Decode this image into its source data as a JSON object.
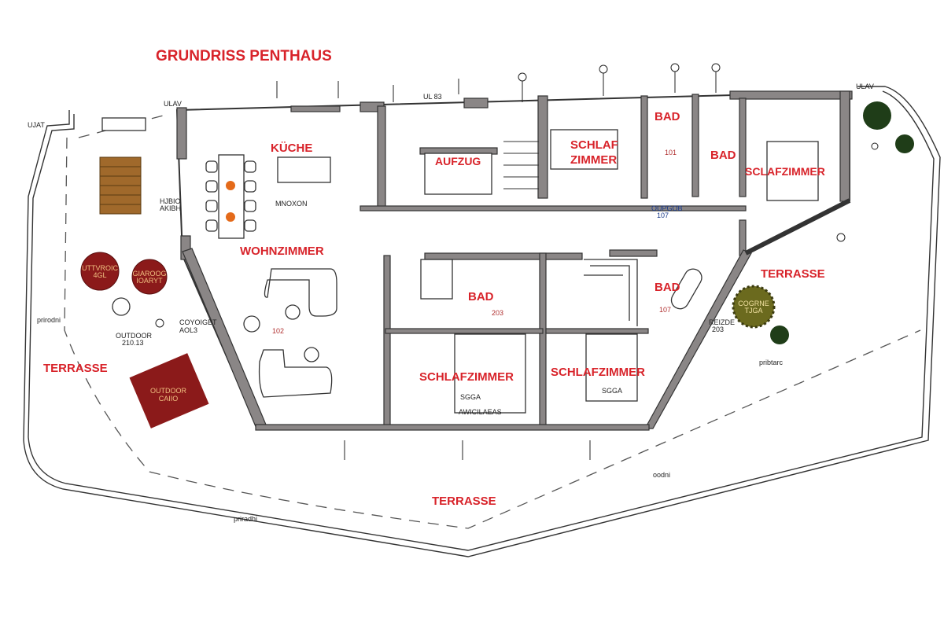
{
  "title": "GRUNDRISS  PENTHAUS",
  "rooms": {
    "kueche": "KÜCHE",
    "wohnzimmer": "WOHNZIMMER",
    "aufzug": "AUFZUG",
    "schlaf1_a": "SCHLAF",
    "schlaf1_b": "ZIMMER",
    "bad1": "BAD",
    "bad2": "BAD",
    "schlaf2": "SCLAFZIMMER",
    "bad3": "BAD",
    "bad4": "BAD",
    "schlaf3": "SCHLAFZIMMER",
    "schlaf4": "SCHLAFZIMMER",
    "terrasse_left": "TERRASSE",
    "terrasse_right": "TERRASSE",
    "terrasse_bottom": "TERRASSE"
  },
  "notes": {
    "ulav_top": "ULAV",
    "ujat": "UJAT",
    "ulav_right": "ULAV",
    "ul83": "UL 83",
    "prirodni": "prirodni",
    "outdoor_a": "OUTDOOR",
    "outdoor_b": "210.13",
    "coyoigbt_a": "COYOIGBT",
    "coyoigbt_b": "AOL3",
    "mnoxon": "MNOXON",
    "hubk_a": "HJBIO",
    "hubk_b": "AKIBH",
    "room102": "102",
    "oupgob_a": "OUPGOB",
    "oupgob_b": "107",
    "room101": "101",
    "room203": "203",
    "room107": "107",
    "sgga1": "SGGA",
    "sgga2": "SGGA",
    "awicilaeas": "AWICILAEAS",
    "pribtarc": "pribtarc",
    "priradhi": "priradhi",
    "oodni": "oodni",
    "reizde_a": "REIZDE",
    "reizde_b": "203",
    "round1_a": "UTTVROIC",
    "round1_b": "4GL",
    "round2_a": "GIAROOG",
    "round2_b": "IOARYT",
    "outdoor_square_a": "OUTDOOR",
    "outdoor_square_b": "CAIIO",
    "tree_label_a": "COGRNE",
    "tree_label_b": "TJGA"
  },
  "colors": {
    "label_red": "#d8232a",
    "furniture_red": "#8b1a1a",
    "wall": "#8a8686",
    "tree": "#2a4a22",
    "tree_olive": "#6b6a1e",
    "wood": "#a0692b"
  }
}
